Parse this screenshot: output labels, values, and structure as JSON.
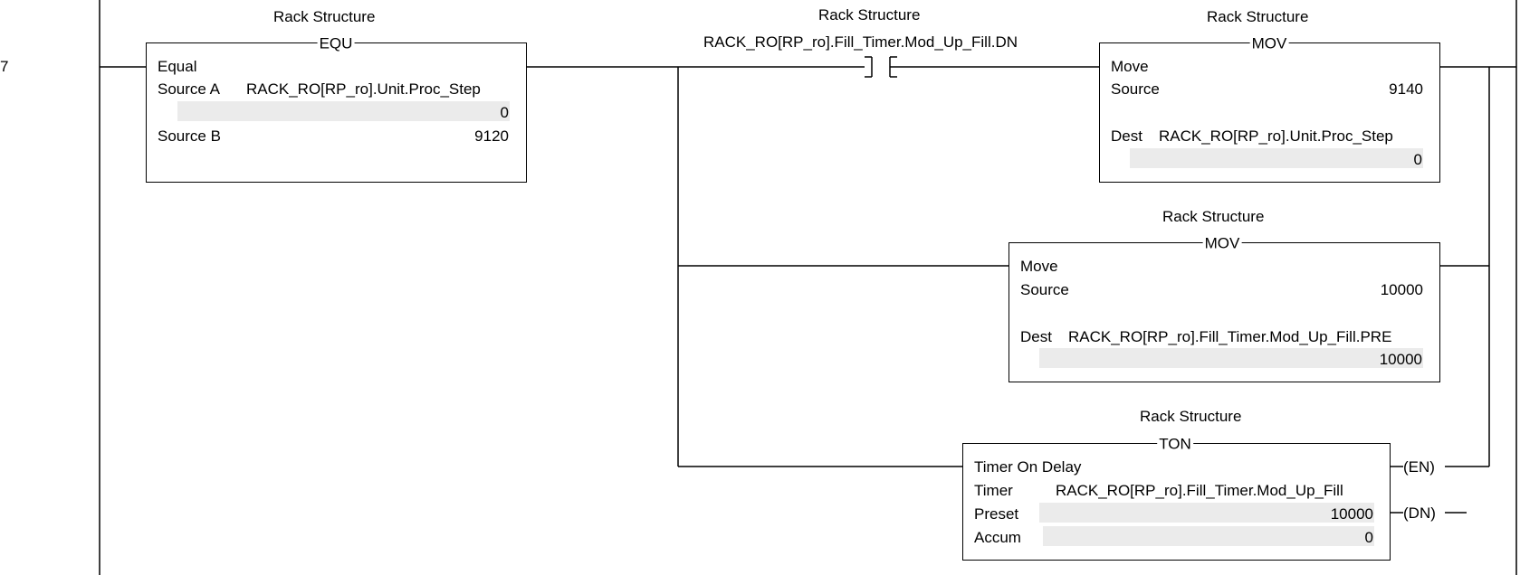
{
  "rung": {
    "number": "7"
  },
  "equ": {
    "scope": "Rack Structure",
    "mnemonic": "EQU",
    "name": "Equal",
    "source_a_label": "Source A",
    "source_a_tag": "RACK_RO[RP_ro].Unit.Proc_Step",
    "source_a_value": "0",
    "source_b_label": "Source B",
    "source_b_value": "9120"
  },
  "xic": {
    "scope": "Rack Structure",
    "tag": "RACK_RO[RP_ro].Fill_Timer.Mod_Up_Fill.DN"
  },
  "mov1": {
    "scope": "Rack Structure",
    "mnemonic": "MOV",
    "name": "Move",
    "source_label": "Source",
    "source_value": "9140",
    "dest_label": "Dest",
    "dest_tag": "RACK_RO[RP_ro].Unit.Proc_Step",
    "dest_value": "0"
  },
  "mov2": {
    "scope": "Rack Structure",
    "mnemonic": "MOV",
    "name": "Move",
    "source_label": "Source",
    "source_value": "10000",
    "dest_label": "Dest",
    "dest_tag": "RACK_RO[RP_ro].Fill_Timer.Mod_Up_Fill.PRE",
    "dest_value": "10000"
  },
  "ton": {
    "scope": "Rack Structure",
    "mnemonic": "TON",
    "name": "Timer On Delay",
    "timer_label": "Timer",
    "timer_tag": "RACK_RO[RP_ro].Fill_Timer.Mod_Up_Fill",
    "preset_label": "Preset",
    "preset_value": "10000",
    "accum_label": "Accum",
    "accum_value": "0",
    "en_label": "EN",
    "dn_label": "DN"
  }
}
